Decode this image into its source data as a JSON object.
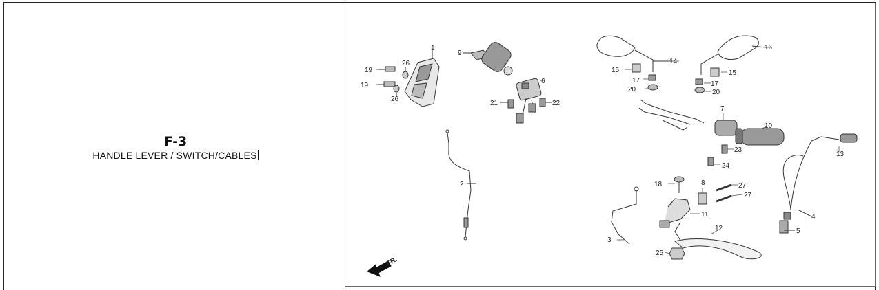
{
  "section": {
    "code": "F-3",
    "caption": "HANDLE LEVER / SWITCH/CABLES"
  },
  "diagram": {
    "direction_label": "FR.",
    "callouts": [
      "1",
      "2",
      "3",
      "4",
      "5",
      "6",
      "7",
      "8",
      "9",
      "10",
      "11",
      "12",
      "13",
      "14",
      "15",
      "16",
      "17",
      "18",
      "19",
      "20",
      "21",
      "22",
      "23",
      "24",
      "25",
      "26",
      "27"
    ]
  },
  "colors": {
    "line": "#333333",
    "text": "#222222",
    "border": "#222222"
  }
}
